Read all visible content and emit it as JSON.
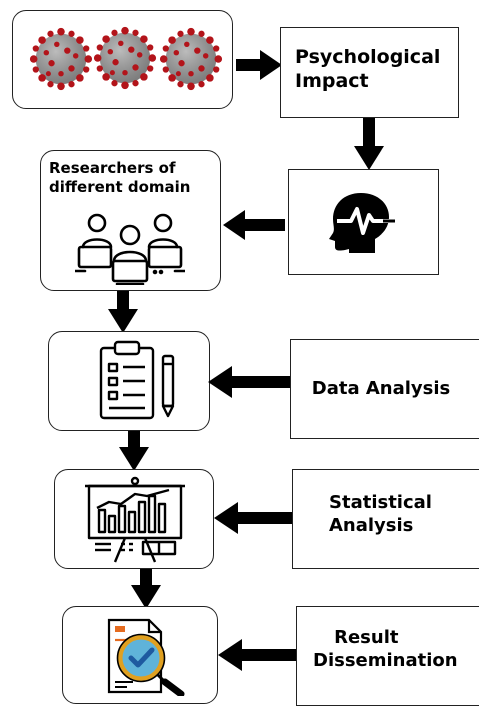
{
  "diagram": {
    "nodes": {
      "virus": {
        "icon": "coronavirus-icon"
      },
      "psychological": {
        "line1": "Psychological",
        "line2": "Impact"
      },
      "brain": {
        "icon": "head-pulse-icon"
      },
      "researchers": {
        "line1": "Researchers of",
        "line2": "different domain",
        "icon": "researchers-at-computers-icon"
      },
      "data_icon": {
        "icon": "clipboard-pencil-icon"
      },
      "data_analysis": {
        "label": "Data Analysis"
      },
      "stats_icon": {
        "icon": "presentation-board-chart-icon"
      },
      "statistical": {
        "line1": "Statistical",
        "line2": "Analysis"
      },
      "result_icon": {
        "icon": "document-magnifier-check-icon"
      },
      "result": {
        "line1": "Result",
        "line2": "Dissemination"
      }
    },
    "colors": {
      "virus_body": "#9e9e9e",
      "virus_spike": "#b3141a",
      "magnifier_ring": "#e0a020",
      "magnifier_lens": "#5fb3d9",
      "check": "#1e5aa0",
      "doc_accent": "#e56b1f"
    }
  }
}
